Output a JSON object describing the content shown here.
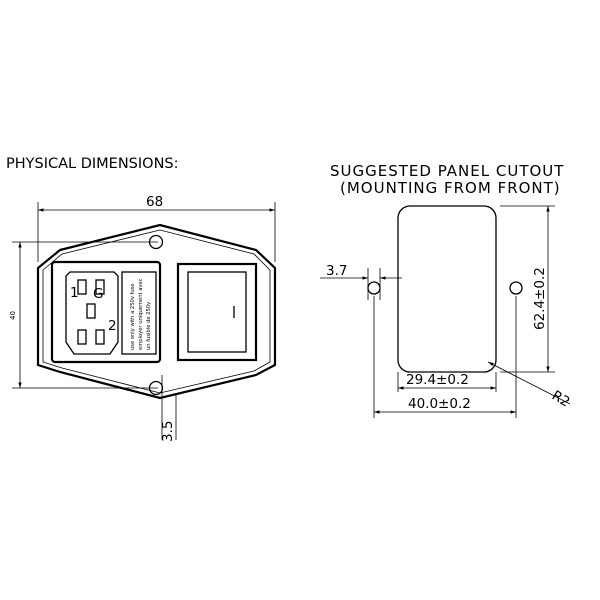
{
  "left_panel": {
    "title": "PHYSICAL DIMENSIONS:",
    "width_label": "68",
    "height_label": "40",
    "offset_label": "3.5",
    "socket_pin_1": "1",
    "socket_pin_g": "G",
    "socket_pin_2": "2",
    "fuse_note": [
      "use only with a 250v fuse",
      "employer uniquement avec",
      "un fusible de 250v"
    ]
  },
  "right_panel": {
    "title_line1": "SUGGESTED  PANEL  CUTOUT",
    "title_line2": "(MOUNTING  FROM  FRONT)",
    "hole_offset_label": "3.7",
    "height_label": "62.4±0.2",
    "inner_width_label": "29.4±0.2",
    "outer_width_label": "40.0±0.2",
    "radius_label": "R2"
  }
}
